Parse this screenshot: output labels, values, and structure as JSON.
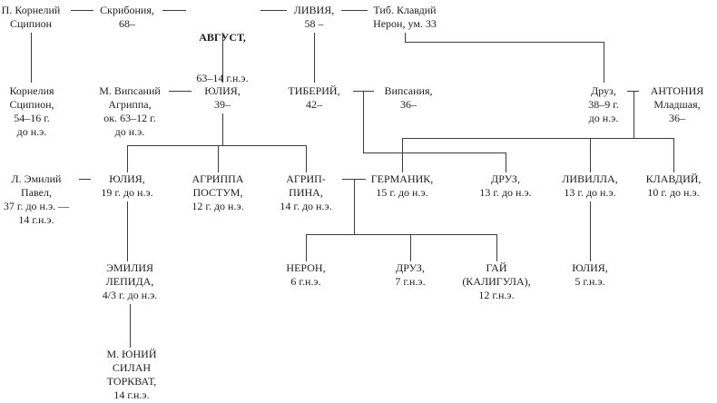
{
  "diagram_type": "family-tree",
  "language": "ru",
  "line_color": "#3c3c3c",
  "text_color": "#1e1e1e",
  "persons": [
    {
      "id": "p-cornelius-scipio",
      "text": "П. Корнелий\nСципион"
    },
    {
      "id": "scribonia",
      "text": "Скрибония,\n68–"
    },
    {
      "id": "augustus",
      "name": "АВГУСТ,",
      "dates": "63–14 г.н.э."
    },
    {
      "id": "livia",
      "text": "ЛИВИЯ,\n58 –"
    },
    {
      "id": "tib-claudius-nero",
      "text": "Тиб. Клавдий\nНерон, ум. 33"
    },
    {
      "id": "cornelia-scipio",
      "text": "Корнелия\nСципион,\n54–16 г.\nдо н.э."
    },
    {
      "id": "m-vipsanius-agrippa",
      "text": "М. Випсаний\nАгриппа,\nок. 63–12 г.\nдо н.э."
    },
    {
      "id": "julia",
      "text": "ЮЛИЯ,\n39–"
    },
    {
      "id": "tiberius",
      "text": "ТИБЕРИЙ,\n42–"
    },
    {
      "id": "vipsania",
      "text": "Випсания,\n36–"
    },
    {
      "id": "drusus-elder",
      "text": "Друз,\n38–9 г.\nдо н.э."
    },
    {
      "id": "antonia-minor",
      "text": "АНТОНИЯ\nМладшая,\n36–"
    },
    {
      "id": "l-aemilius-paullus",
      "text": "Л. Эмилий\nПавел,\n37 г. до н.э. —\n14 г.н.э."
    },
    {
      "id": "julia-younger",
      "text": "ЮЛИЯ,\n19 г. до н.э."
    },
    {
      "id": "agrippa-postumus",
      "text": "АГРИППА\nПОСТУМ,\n12 г. до н.э."
    },
    {
      "id": "agrippina",
      "text": "АГРИП-\nПИНА,\n14 г. до н.э."
    },
    {
      "id": "germanicus",
      "text": "ГЕРМАНИК,\n15 г. до н.э."
    },
    {
      "id": "drusus-ii",
      "text": "ДРУЗ,\n13 г. до н.э."
    },
    {
      "id": "livilla",
      "text": "ЛИВИЛЛА,\n13 г. до н.э."
    },
    {
      "id": "claudius",
      "text": "КЛАВДИЙ,\n10 г. до н.э."
    },
    {
      "id": "aemilia-lepida",
      "text": "ЭМИЛИЯ\nЛЕПИДА,\n4/3 г. до н.э."
    },
    {
      "id": "nero-caesar",
      "text": "НЕРОН,\n6 г.н.э."
    },
    {
      "id": "drusus-iii",
      "text": "ДРУЗ,\n7 г.н.э."
    },
    {
      "id": "caligula",
      "text": "ГАЙ\n(КАЛИГУЛА),\n12 г.н.э."
    },
    {
      "id": "julia-iii",
      "text": "ЮЛИЯ,\n5 г.н.э."
    },
    {
      "id": "m-junius-silanus-torquatus",
      "text": "М. ЮНИЙ\nСИЛАН\nТОРКВАТ,\n14 г.н.э."
    }
  ],
  "relations": {
    "marriages": [
      [
        "p-cornelius-scipio",
        "scribonia"
      ],
      [
        "scribonia",
        "augustus"
      ],
      [
        "augustus",
        "livia"
      ],
      [
        "livia",
        "tib-claudius-nero"
      ],
      [
        "m-vipsanius-agrippa",
        "julia"
      ],
      [
        "tiberius",
        "vipsania"
      ],
      [
        "drusus-elder",
        "antonia-minor"
      ],
      [
        "l-aemilius-paullus",
        "julia-younger"
      ],
      [
        "germanicus",
        "agrippina"
      ]
    ],
    "descents": [
      {
        "parents": [
          "p-cornelius-scipio",
          "scribonia"
        ],
        "children": [
          "cornelia-scipio"
        ]
      },
      {
        "parents": [
          "augustus",
          "scribonia"
        ],
        "children": [
          "julia"
        ]
      },
      {
        "parents": [
          "livia",
          "tib-claudius-nero"
        ],
        "children": [
          "tiberius",
          "drusus-elder"
        ]
      },
      {
        "parents": [
          "m-vipsanius-agrippa",
          "julia"
        ],
        "children": [
          "julia-younger",
          "agrippa-postumus",
          "agrippina"
        ]
      },
      {
        "parents": [
          "tiberius",
          "vipsania"
        ],
        "children": [
          "drusus-ii"
        ]
      },
      {
        "parents": [
          "drusus-elder",
          "antonia-minor"
        ],
        "children": [
          "germanicus",
          "livilla",
          "claudius"
        ]
      },
      {
        "parents": [
          "germanicus",
          "agrippina"
        ],
        "children": [
          "nero-caesar",
          "drusus-iii",
          "caligula"
        ]
      },
      {
        "parents": [
          "drusus-ii",
          "livilla"
        ],
        "children": [
          "julia-iii"
        ]
      },
      {
        "parents": [
          "l-aemilius-paullus",
          "julia-younger"
        ],
        "children": [
          "aemilia-lepida"
        ]
      },
      {
        "parents": [
          "aemilia-lepida"
        ],
        "children": [
          "m-junius-silanus-torquatus"
        ]
      }
    ]
  }
}
